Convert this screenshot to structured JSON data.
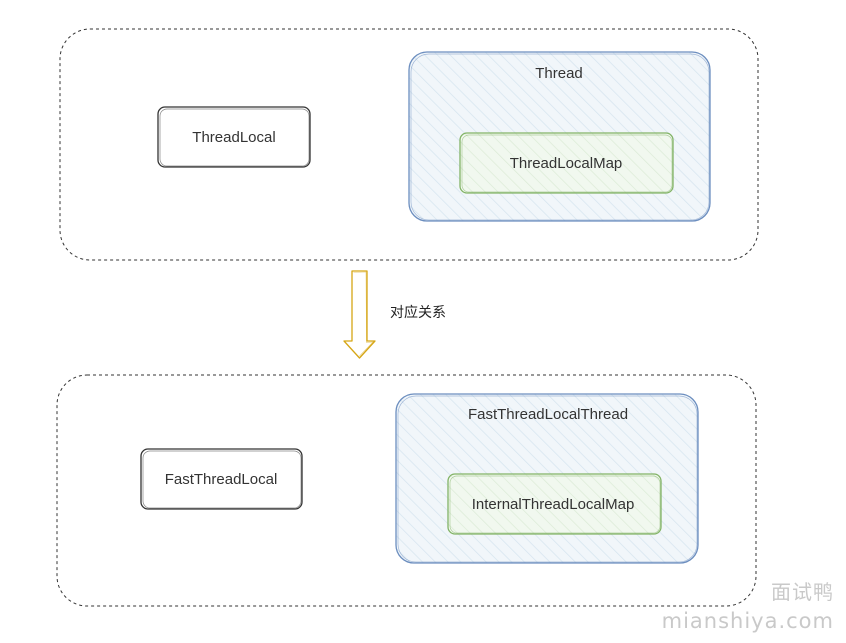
{
  "top_group": {
    "left_box_label": "ThreadLocal",
    "container_label": "Thread",
    "inner_box_label": "ThreadLocalMap"
  },
  "arrow": {
    "label": "对应关系",
    "color": "#d6a615"
  },
  "bottom_group": {
    "left_box_label": "FastThreadLocal",
    "container_label": "FastThreadLocalThread",
    "inner_box_label": "InternalThreadLocalMap"
  },
  "watermark": {
    "line1": "面试鸭",
    "line2": "mianshiya.com"
  },
  "colors": {
    "container_stroke": "#6c8ebf",
    "container_fill": "#eef4f8",
    "inner_stroke": "#82b366",
    "inner_fill": "#eff6ee",
    "plain_stroke": "#333333",
    "dashed_stroke": "#333333"
  }
}
